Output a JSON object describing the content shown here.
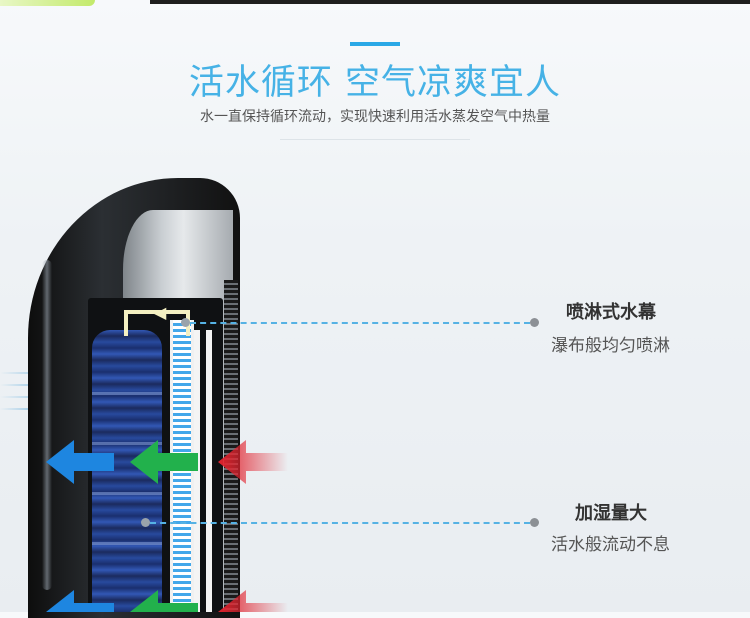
{
  "header": {
    "title": "活水循环 空气凉爽宜人",
    "subtitle": "水一直保持循环流动，实现快速利用活水蒸发空气中热量"
  },
  "callouts": [
    {
      "title": "喷淋式水幕",
      "desc": "瀑布般均匀喷淋"
    },
    {
      "title": "加湿量大",
      "desc": "活水般流动不息"
    }
  ],
  "colors": {
    "accent": "#2aa8e6",
    "headline": "#46b2e6",
    "blue_arrow": "#1e86e0",
    "green_arrow": "#22b14c",
    "red_arrow": "#e2232e"
  },
  "icons": [
    "blue-arrow-icon",
    "green-arrow-icon",
    "red-arrow-icon"
  ]
}
